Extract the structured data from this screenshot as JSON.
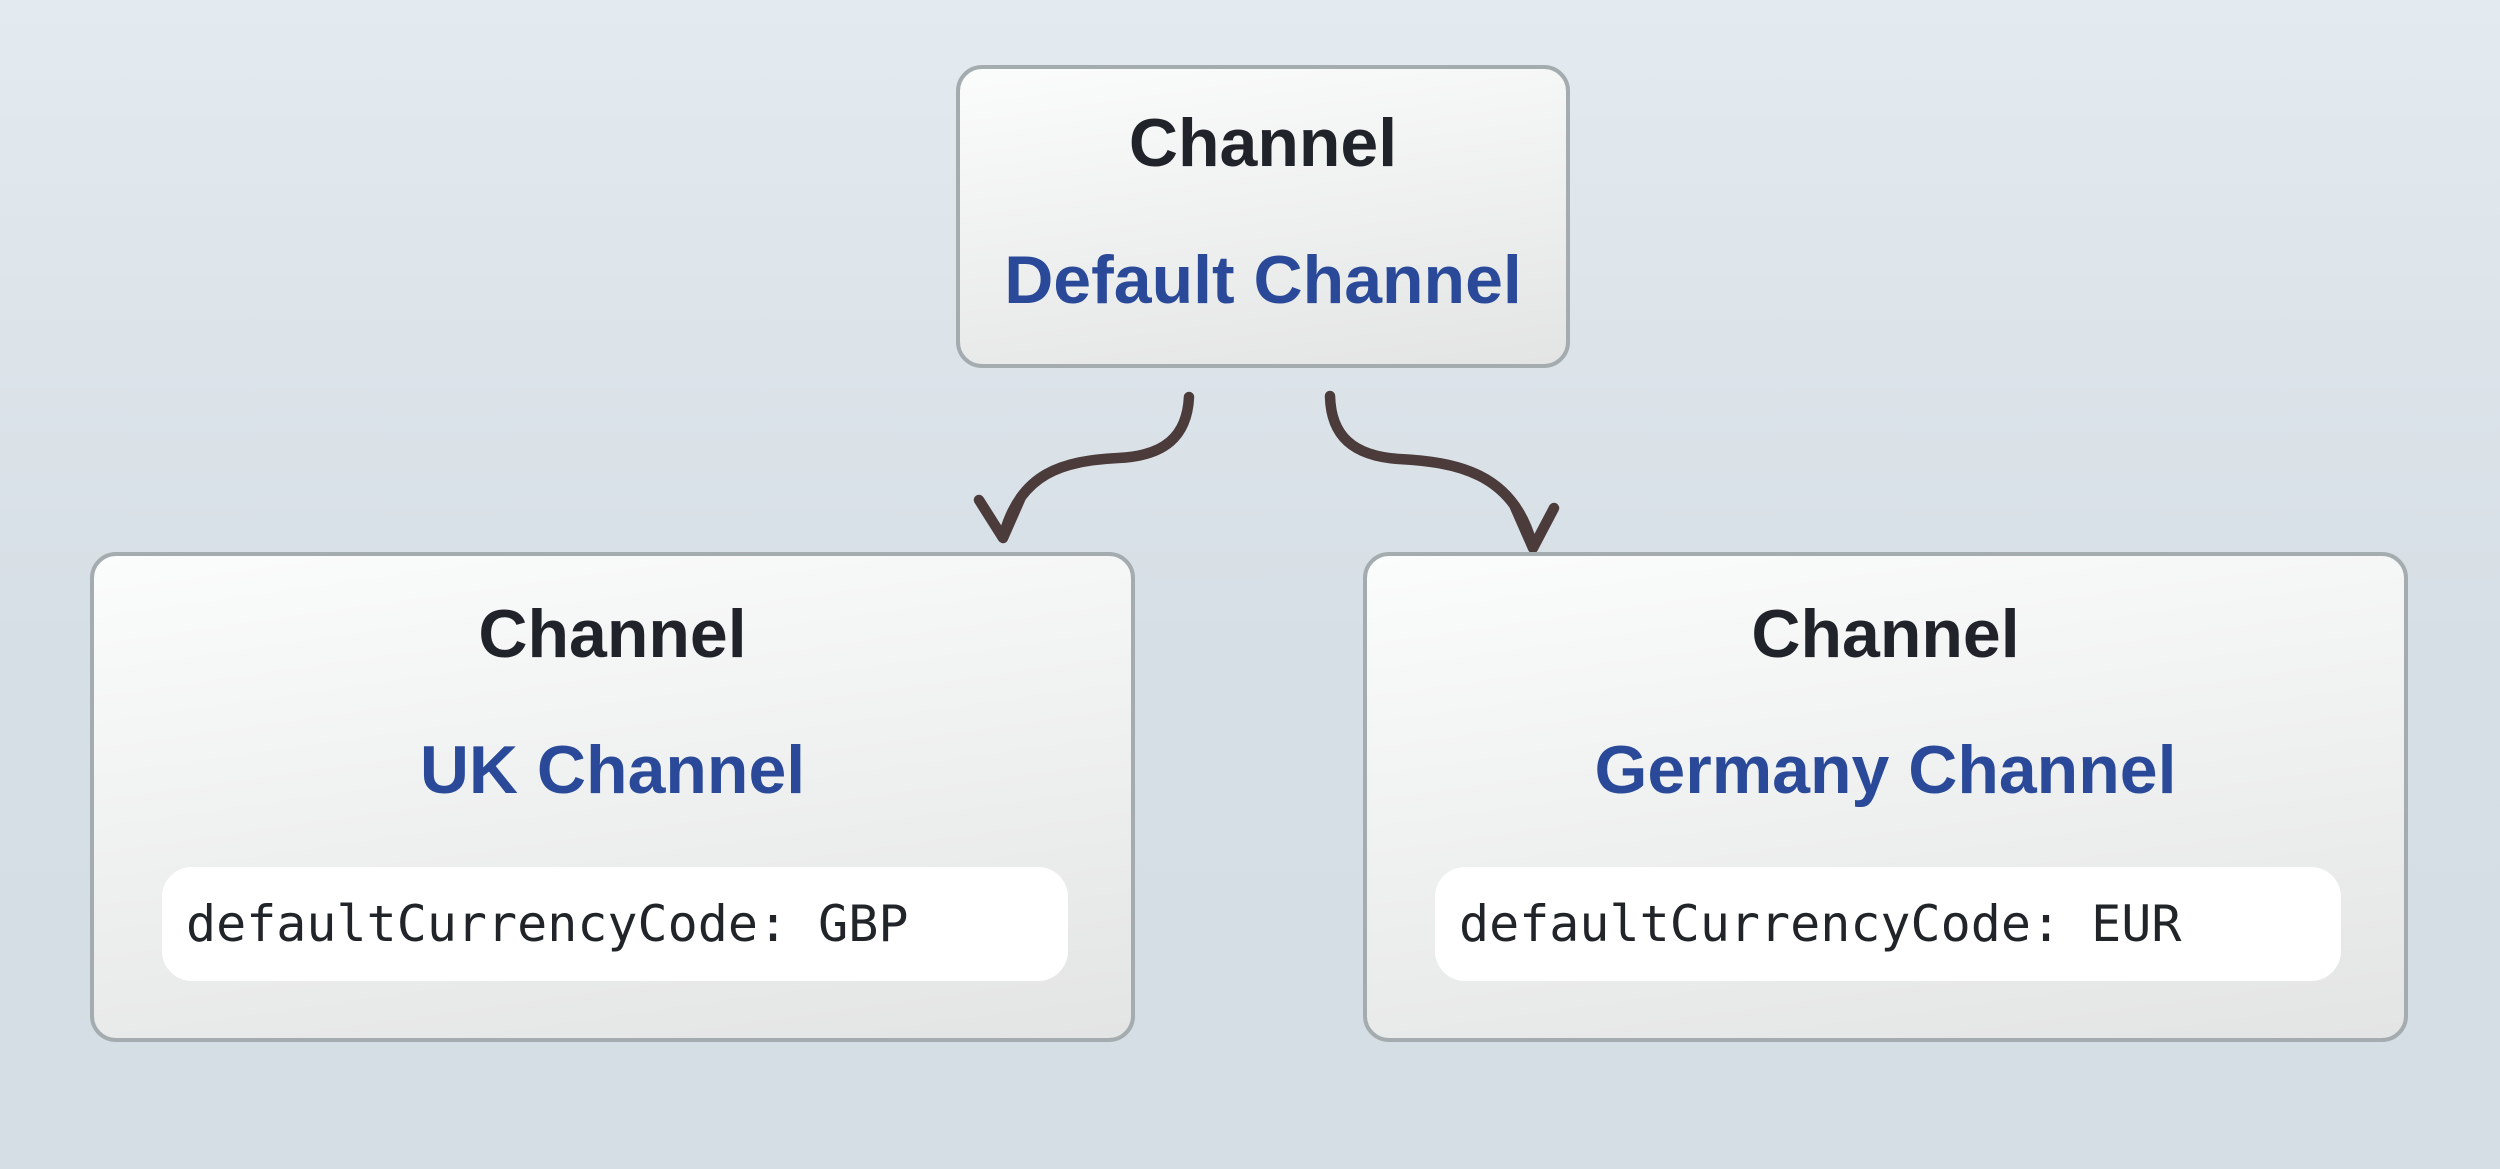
{
  "nodes": {
    "root": {
      "type_label": "Channel",
      "name": "Default Channel"
    },
    "uk": {
      "type_label": "Channel",
      "name": "UK Channel",
      "attribute": "defaultCurrencyCode: GBP"
    },
    "germany": {
      "type_label": "Channel",
      "name": "Germany Channel",
      "attribute": "defaultCurrencyCode: EUR"
    }
  },
  "theme": {
    "background_top": "#e3eaf0",
    "background_bottom": "#d4dee4",
    "node_fill_top": "#fbfcfc",
    "node_fill_bottom": "#e3e4e4",
    "node_border": "#a4acb0",
    "title_color": "#20232a",
    "name_color": "#2a4a99",
    "pill_background": "#ffffff",
    "code_color": "#212428",
    "arrow_color": "#4c3b3b"
  }
}
